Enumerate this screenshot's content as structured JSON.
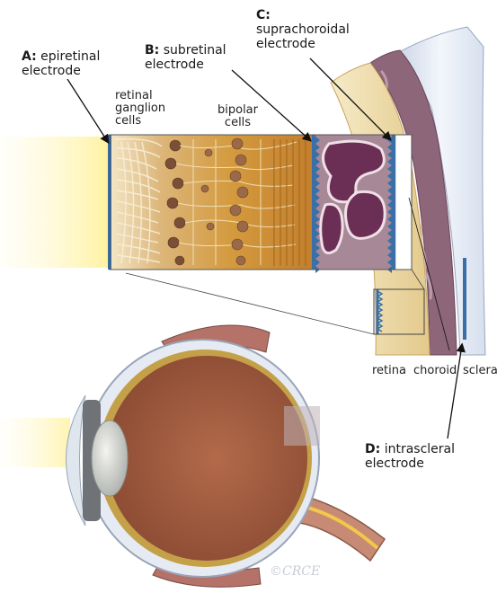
{
  "labels": {
    "epiretinal": {
      "letter": "A:",
      "line1": "epiretinal",
      "line2": "electrode"
    },
    "subretinal": {
      "letter": "B:",
      "line1": "subretinal",
      "line2": "electrode"
    },
    "suprachoroidal": {
      "letter": "C:",
      "line1": "suprachoroidal",
      "line2": "electrode"
    },
    "intrascleral": {
      "letter": "D:",
      "line1": "intrascleral",
      "line2": "electrode"
    },
    "ganglion": {
      "line1": "retinal",
      "line2": "ganglion",
      "line3": "cells"
    },
    "bipolar": {
      "line1": "bipolar",
      "line2": "cells"
    },
    "layers": {
      "retina": "retina",
      "choroid": "choroid",
      "sclera": "sclera"
    }
  },
  "signature": "©CRCE",
  "colors": {
    "electrode": "#3a6fa8",
    "retina": "#d9a544",
    "choroid": "#7a4f6a",
    "sclera": "#e8eef6",
    "eye_interior": "#9b5a3e",
    "light": "#fff3b0"
  }
}
